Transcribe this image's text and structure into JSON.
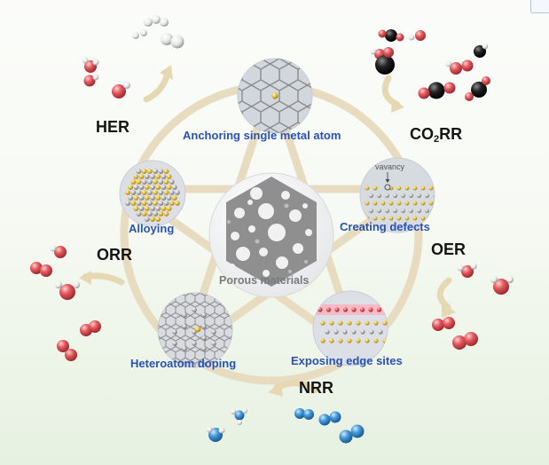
{
  "center": {
    "label": "Porous materials"
  },
  "strategies": {
    "anchoring": "Anchoring single metal atom",
    "defects": "Creating defects",
    "vacancy": "vavancy",
    "edge_sites": "Exposing edge sites",
    "doping": "Heteroatom doping",
    "alloying": "Alloying"
  },
  "reactions": {
    "her": "HER",
    "co2rr_prefix": "CO",
    "co2rr_sub": "2",
    "co2rr_suffix": "RR",
    "oer": "OER",
    "nrr": "NRR",
    "orr": "ORR"
  },
  "colors": {
    "ring": "#e8dcc0",
    "label_blue": "#2a52b5",
    "oxygen": "#e0585c",
    "carbon": "#1a1a1a",
    "nitrogen": "#3d8fd0",
    "metal_atom": "#e8c440"
  }
}
